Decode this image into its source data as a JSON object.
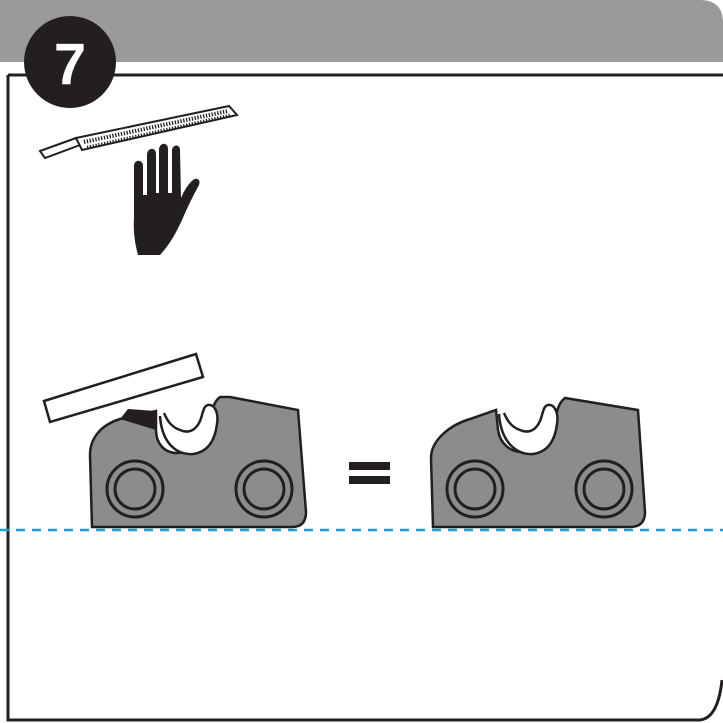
{
  "step": {
    "number": "7"
  },
  "colors": {
    "header": "#9a9a9d",
    "badge": "#231f20",
    "badge_text": "#ffffff",
    "frame": "#231f20",
    "cutter_fill": "#8c8c8f",
    "outline": "#231f20",
    "guide_line": "#1aa0d8",
    "glove": "#231f20"
  },
  "icons": {
    "tool": "flat-file-icon",
    "protection": "work-glove-icon",
    "gauge": "flat-gauge-tool-icon",
    "comparison": "equals-sign-icon",
    "reference": "dashed-level-line"
  },
  "illustration": {
    "cutters": [
      {
        "id": "filed-cutter",
        "has_file_applied": true
      },
      {
        "id": "reference-cutter",
        "has_file_applied": false
      }
    ],
    "comparison_symbol": "="
  }
}
